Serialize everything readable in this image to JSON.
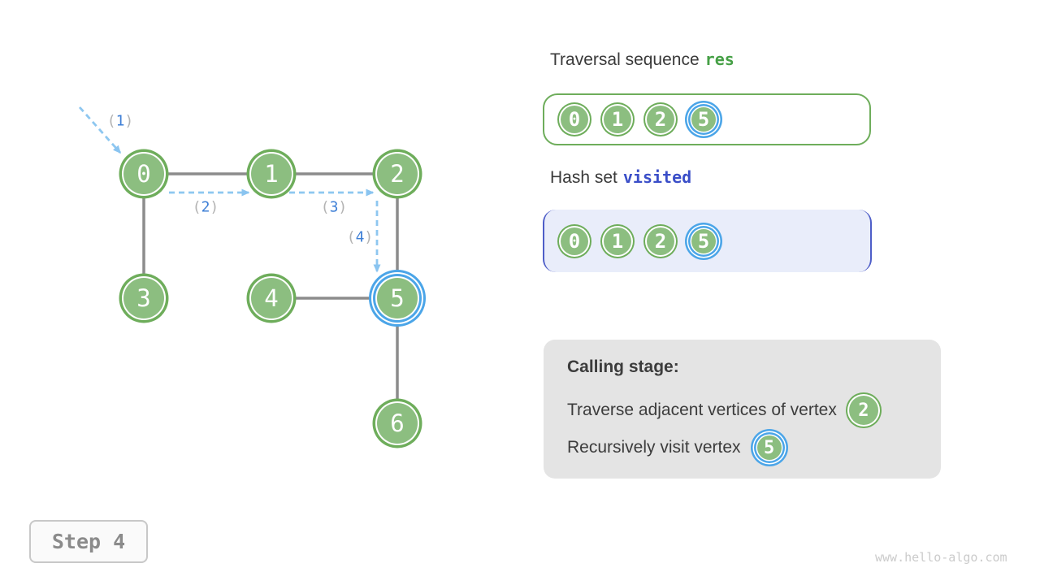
{
  "figure": {
    "step_label": "Step 4",
    "watermark": "www.hello-algo.com"
  },
  "graph": {
    "nodes": [
      {
        "label": "0",
        "highlighted": false
      },
      {
        "label": "1",
        "highlighted": false
      },
      {
        "label": "2",
        "highlighted": false
      },
      {
        "label": "3",
        "highlighted": false
      },
      {
        "label": "4",
        "highlighted": false
      },
      {
        "label": "5",
        "highlighted": true
      },
      {
        "label": "6",
        "highlighted": false
      }
    ],
    "edges": [
      [
        0,
        1
      ],
      [
        1,
        2
      ],
      [
        0,
        3
      ],
      [
        4,
        5
      ],
      [
        2,
        5
      ],
      [
        5,
        6
      ]
    ],
    "paren_open": "(",
    "paren_close": ")",
    "traversal_arrows": [
      {
        "order": "1",
        "to": 0
      },
      {
        "order": "2",
        "from": 0,
        "to": 1
      },
      {
        "order": "3",
        "from": 1,
        "to": 2
      },
      {
        "order": "4",
        "from": 2,
        "to": 5
      }
    ]
  },
  "panels": {
    "traversal": {
      "title": "Traversal sequence",
      "code": "res",
      "items": [
        {
          "label": "0",
          "highlighted": false
        },
        {
          "label": "1",
          "highlighted": false
        },
        {
          "label": "2",
          "highlighted": false
        },
        {
          "label": "5",
          "highlighted": true
        }
      ]
    },
    "visited": {
      "title": "Hash set",
      "code": "visited",
      "items": [
        {
          "label": "0",
          "highlighted": false
        },
        {
          "label": "1",
          "highlighted": false
        },
        {
          "label": "2",
          "highlighted": false
        },
        {
          "label": "5",
          "highlighted": true
        }
      ]
    },
    "calling": {
      "heading": "Calling stage:",
      "line1": "Traverse adjacent vertices of vertex",
      "line1_node": "2",
      "line2": "Recursively visit vertex",
      "line2_node": "5"
    }
  },
  "colors": {
    "node_fill_green": "#8CBE80",
    "node_ring_green": "#6EAD5B",
    "highlight_blue": "#4BA5E8",
    "edge_gray": "#8C8C8C",
    "arrow_light_blue": "#8EC7F0",
    "order_number_blue": "#3E7FD6",
    "order_paren_gray": "#B3B3B3",
    "res_code_green": "#46A046",
    "visited_code_blue": "#3A4EC8",
    "visited_box_border": "#4E5EC8",
    "visited_box_fill": "#E9EDFA",
    "calling_panel_fill": "#E4E4E4"
  }
}
